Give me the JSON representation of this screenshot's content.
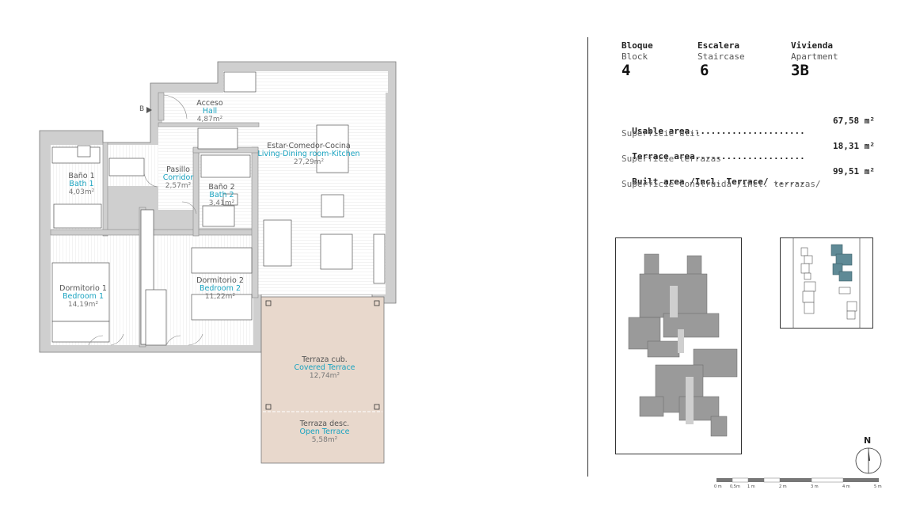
{
  "colors": {
    "terrace": "#e8d8cc",
    "wall": "#cfcfcf",
    "accent": "#1aa3c0",
    "highlight": "#5f8a96"
  },
  "plan": {
    "entry_marker": "B",
    "rooms": {
      "hall": {
        "es": "Acceso",
        "en": "Hall",
        "area": "4,87m²"
      },
      "living": {
        "es": "Estar-Comedor-Cocina",
        "en": "Living-Dining room-Kitchen",
        "area": "27,29m²"
      },
      "bath1": {
        "es": "Baño 1",
        "en": "Bath 1",
        "area": "4,03m²"
      },
      "corridor": {
        "es": "Pasillo",
        "en": "Corridor",
        "area": "2,57m²"
      },
      "bath2": {
        "es": "Baño 2",
        "en": "Bath 2",
        "area": "3,41m²"
      },
      "bedroom1": {
        "es": "Dormitorio 1",
        "en": "Bedroom 1",
        "area": "14,19m²"
      },
      "bedroom2": {
        "es": "Dormitorio 2",
        "en": "Bedroom 2",
        "area": "11,22m²"
      },
      "covered": {
        "es": "Terraza cub.",
        "en": "Covered Terrace",
        "area": "12,74m²"
      },
      "open": {
        "es": "Terraza desc.",
        "en": "Open Terrace",
        "area": "5,58m²"
      }
    }
  },
  "info": {
    "block": {
      "es": "Bloque",
      "en": "Block",
      "value": "4"
    },
    "staircase": {
      "es": "Escalera",
      "en": "Staircase",
      "value": "6"
    },
    "apartment": {
      "es": "Vivienda",
      "en": "Apartment",
      "value": "3B"
    },
    "areas": [
      {
        "label": "Usable area......................",
        "value": "67,58 m²",
        "sub": "Superficie útil"
      },
      {
        "label": "Terrace area.....................",
        "value": "18,31 m²",
        "sub": "Superficie terrazas"
      },
      {
        "label": "Built area /Incl. Terrace/ ......",
        "value": "99,51 m²",
        "sub": "Superficie construida /incl. terrazas/"
      }
    ]
  },
  "north_label": "N",
  "scale": {
    "labels": [
      "0 m",
      "0,5m",
      "1 m",
      "2 m",
      "3 m",
      "4 m",
      "5 m"
    ]
  }
}
